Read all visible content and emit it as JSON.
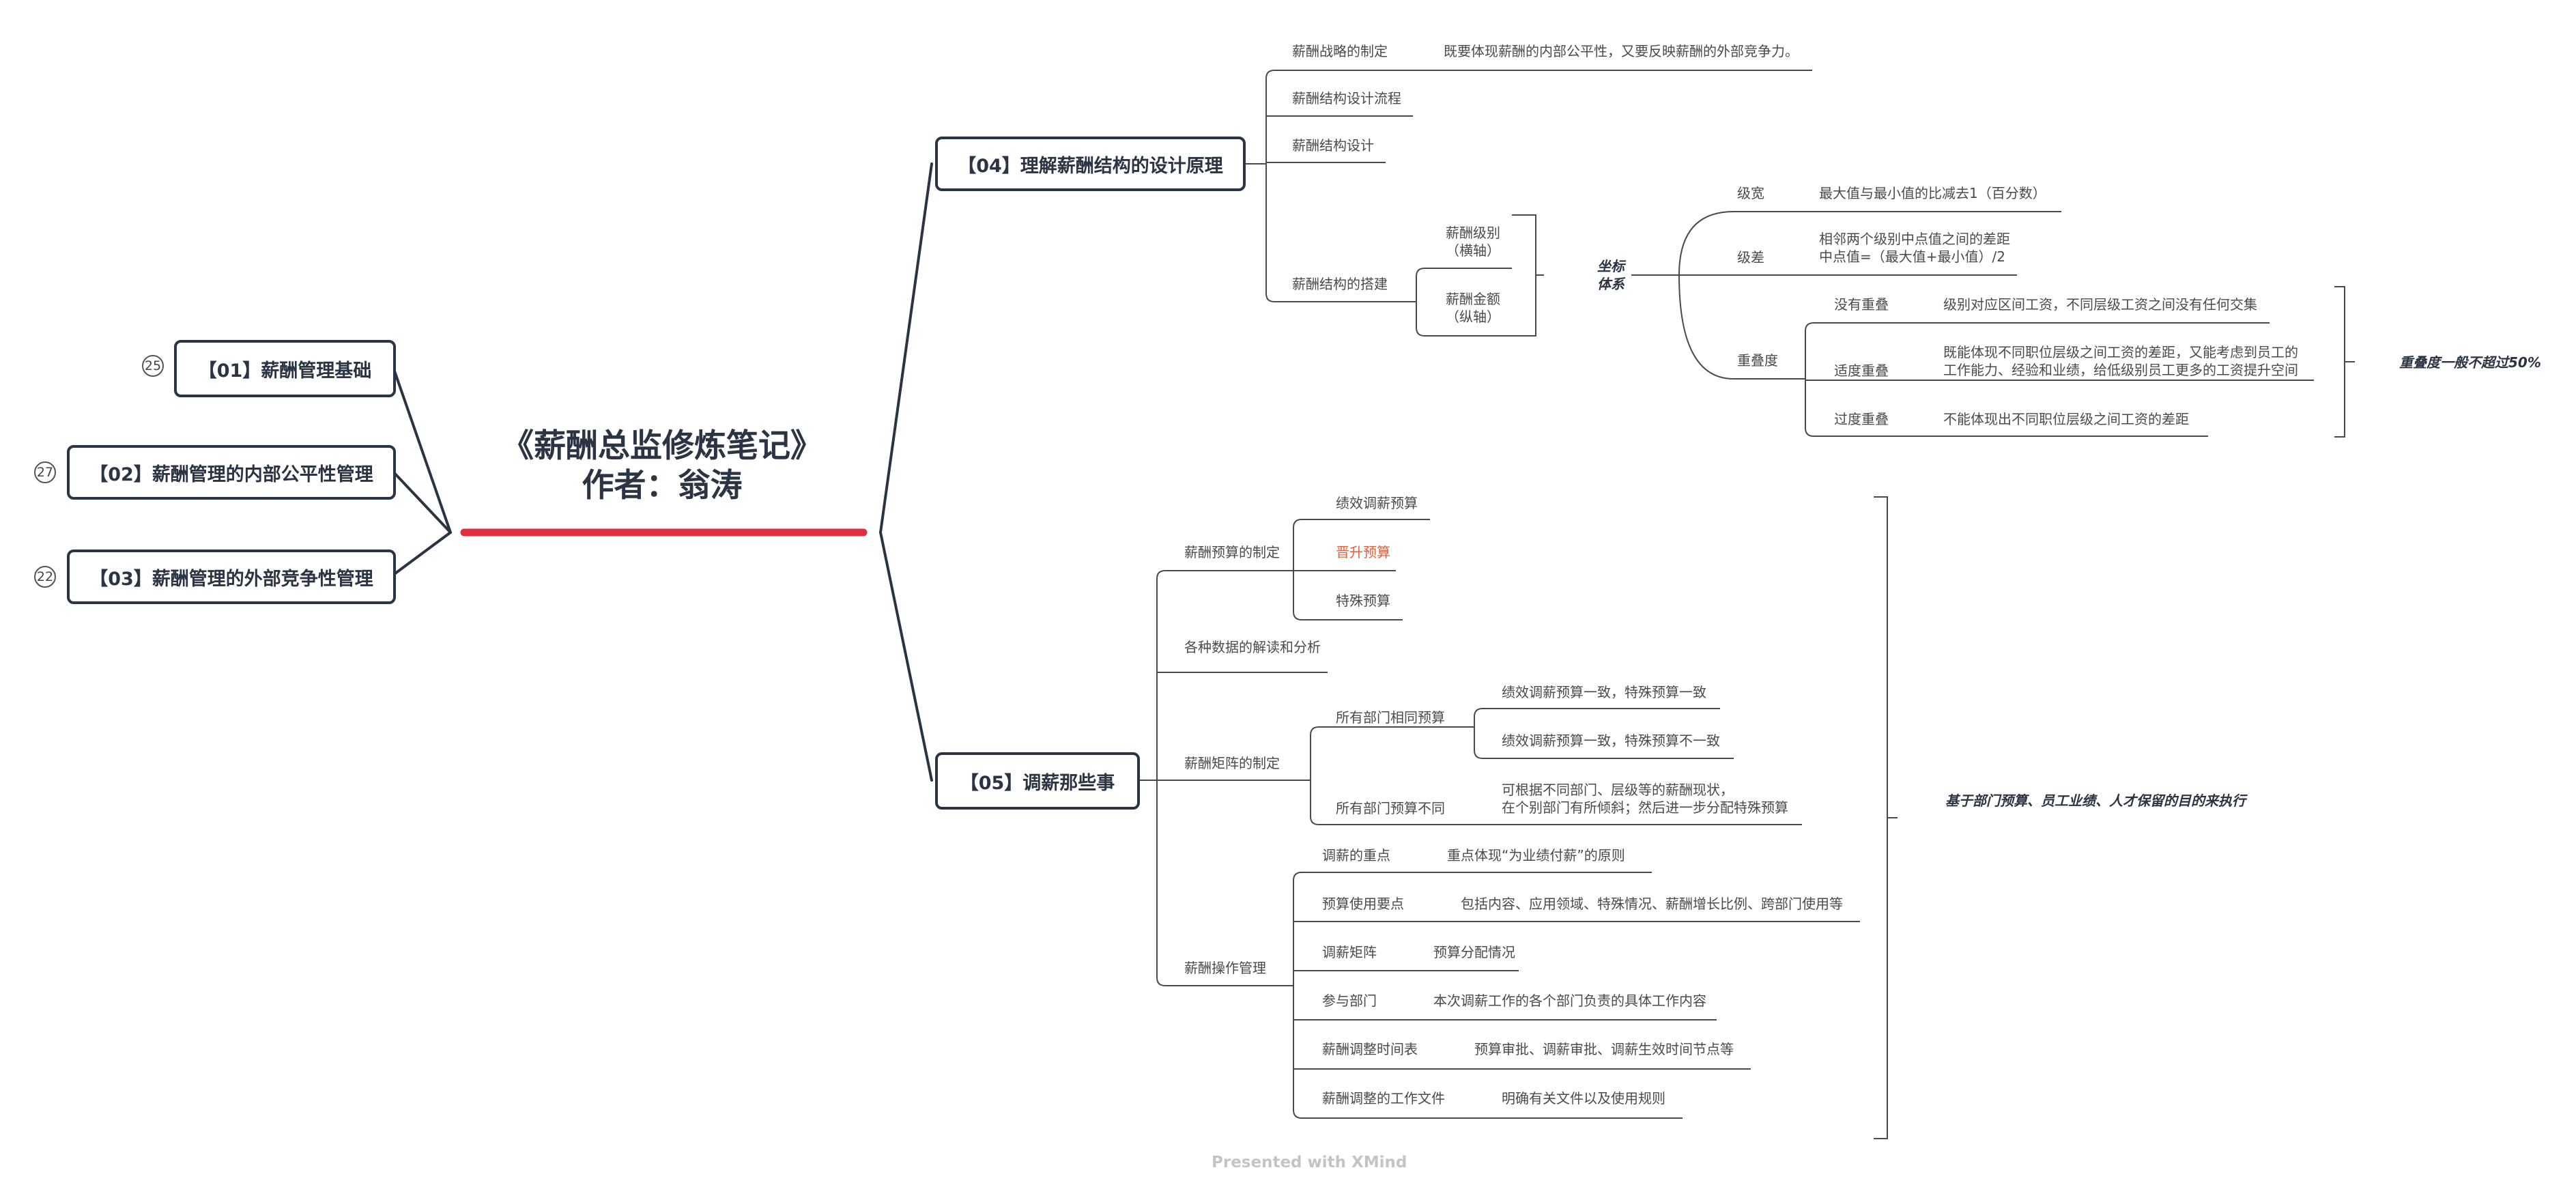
{
  "root": {
    "line1": "《薪酬总监修炼笔记》",
    "line2": "作者：翁涛"
  },
  "left_topics": [
    {
      "label": "【01】薪酬管理基础",
      "count": "25"
    },
    {
      "label": "【02】薪酬管理的内部公平性管理",
      "count": "27"
    },
    {
      "label": "【03】薪酬管理的外部竞争性管理",
      "count": "22"
    }
  ],
  "topic04": {
    "label": "【04】理解薪酬结构的设计原理",
    "strategy": {
      "label": "薪酬战略的制定",
      "desc": "既要体现薪酬的内部公平性，又要反映薪酬的外部竞争力。"
    },
    "flow": "薪酬结构设计流程",
    "design": "薪酬结构设计",
    "build": {
      "label": "薪酬结构的搭建",
      "axis1": "薪酬级别（横轴）",
      "axis1_l1": "薪酬级别",
      "axis1_l2": "（横轴）",
      "axis2_l1": "薪酬金额",
      "axis2_l2": "（纵轴）",
      "coord_l1": "坐标",
      "coord_l2": "体系",
      "width": {
        "label": "级宽",
        "desc": "最大值与最小值的比减去1（百分数）"
      },
      "diff": {
        "label": "级差",
        "desc1": "相邻两个级别中点值之间的差距",
        "desc2": "中点值=（最大值+最小值）/2"
      },
      "overlap": {
        "label": "重叠度",
        "none": {
          "label": "没有重叠",
          "desc": "级别对应区间工资，不同层级工资之间没有任何交集"
        },
        "moderate": {
          "label": "适度重叠",
          "desc1": "既能体现不同职位层级之间工资的差距，又能考虑到员工的",
          "desc2": "工作能力、经验和业绩，给低级别员工更多的工资提升空间"
        },
        "excess": {
          "label": "过度重叠",
          "desc": "不能体现出不同职位层级之间工资的差距"
        },
        "summary": "重叠度一般不超过50%"
      }
    }
  },
  "topic05": {
    "label": "【05】调薪那些事",
    "budget": {
      "label": "薪酬预算的制定",
      "items": [
        "绩效调薪预算",
        "晋升预算",
        "特殊预算"
      ]
    },
    "data": "各种数据的解读和分析",
    "matrix": {
      "label": "薪酬矩阵的制定",
      "same": {
        "label": "所有部门相同预算",
        "items": [
          "绩效调薪预算一致，特殊预算一致",
          "绩效调薪预算一致，特殊预算不一致"
        ]
      },
      "diff": {
        "label": "所有部门预算不同",
        "desc1": "可根据不同部门、层级等的薪酬现状，",
        "desc2": "在个别部门有所倾斜；然后进一步分配特殊预算"
      }
    },
    "ops": {
      "label": "薪酬操作管理",
      "items": [
        {
          "k": "调薪的重点",
          "v": "重点体现“为业绩付薪”的原则"
        },
        {
          "k": "预算使用要点",
          "v": "包括内容、应用领域、特殊情况、薪酬增长比例、跨部门使用等"
        },
        {
          "k": "调薪矩阵",
          "v": "预算分配情况"
        },
        {
          "k": "参与部门",
          "v": "本次调薪工作的各个部门负责的具体工作内容"
        },
        {
          "k": "薪酬调整时间表",
          "v": "预算审批、调薪审批、调薪生效时间节点等"
        },
        {
          "k": "薪酬调整的工作文件",
          "v": "明确有关文件以及使用规则"
        }
      ]
    },
    "summary": "基于部门预算、员工业绩、人才保留的目的来执行"
  },
  "footer": "Presented with XMind",
  "colors": {
    "main": "#2b3442",
    "accent": "#e0303f",
    "highlight": "#e0603a",
    "line": "#4a4a4a"
  }
}
